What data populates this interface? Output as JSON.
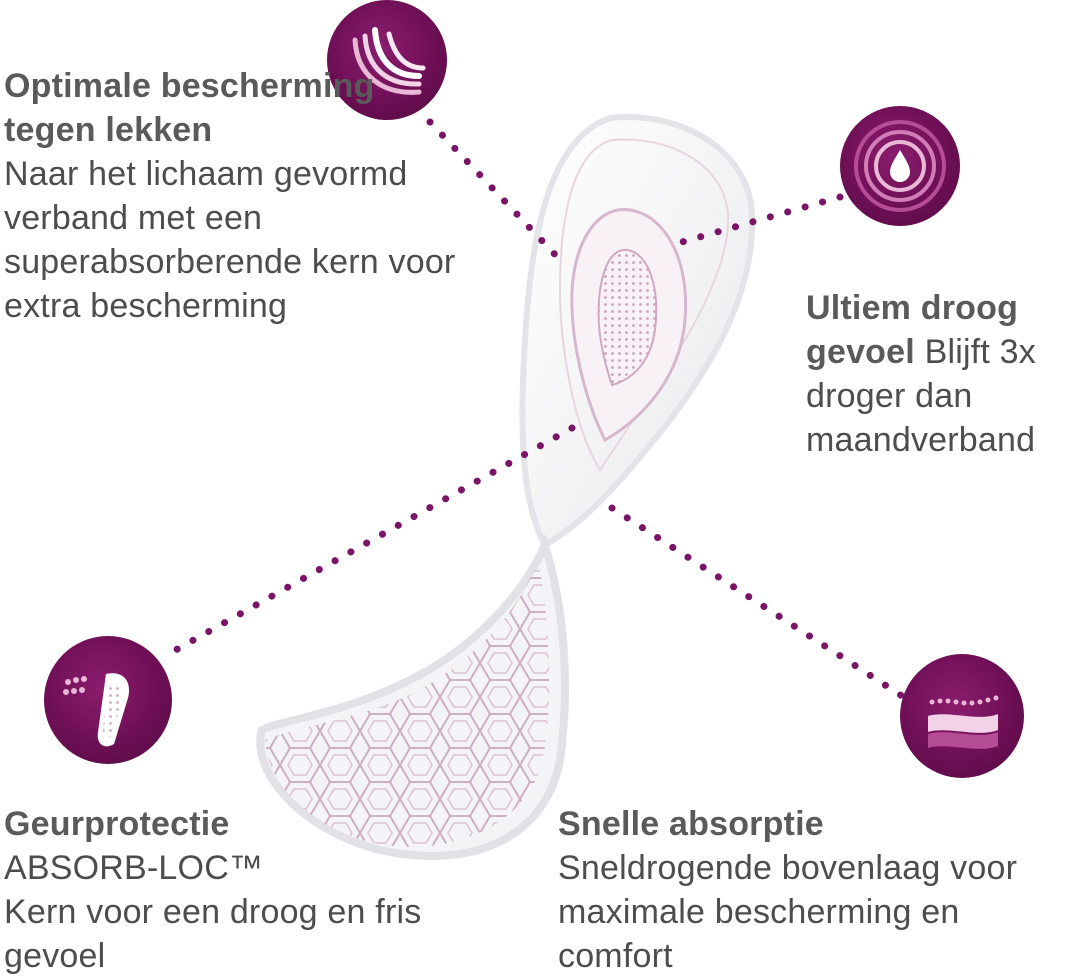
{
  "features": [
    {
      "id": "leak-protection",
      "title": "Optimale bescherming tegen lekken",
      "description": "Naar het lichaam gevormd verband met een superabsorberende kern voor extra bescherming",
      "icon": "layers-shield-icon"
    },
    {
      "id": "dry-feeling",
      "title": "Ultiem droog gevoel",
      "description": "Blijft 3x droger dan maandverband",
      "icon": "droplet-waves-icon"
    },
    {
      "id": "odor-protection",
      "title": "Geurprotectie",
      "description_line1": "ABSORB-LOC™",
      "description": "Kern voor een droog en fris gevoel",
      "icon": "pad-dots-icon"
    },
    {
      "id": "fast-absorption",
      "title": "Snelle absorptie",
      "description": "Sneldrogende bovenlaag voor maximale bescherming en comfort",
      "icon": "top-layer-icon"
    }
  ],
  "colors": {
    "brand_purple": "#6d0f55",
    "dot_line": "#7a1466",
    "pad_pattern": "#c9a6bd"
  }
}
